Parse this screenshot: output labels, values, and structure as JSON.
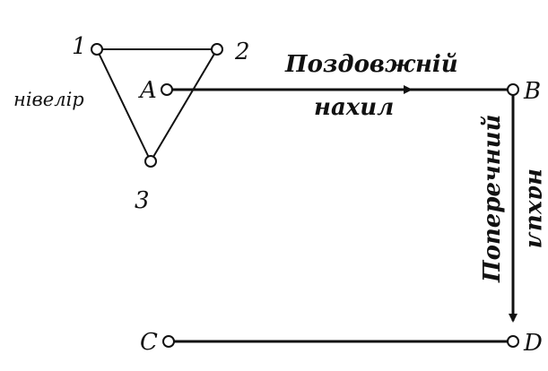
{
  "diagram": {
    "level_label": "нівелір",
    "tripod_labels": {
      "p1": "1",
      "p2": "2",
      "p3": "3"
    },
    "points": {
      "a": "A",
      "b": "B",
      "c": "C",
      "d": "D"
    },
    "longitudinal": {
      "line1": "Поздовжній",
      "line2": "нахил"
    },
    "transverse": {
      "line1": "Поперечний",
      "line2": "нахил"
    }
  }
}
